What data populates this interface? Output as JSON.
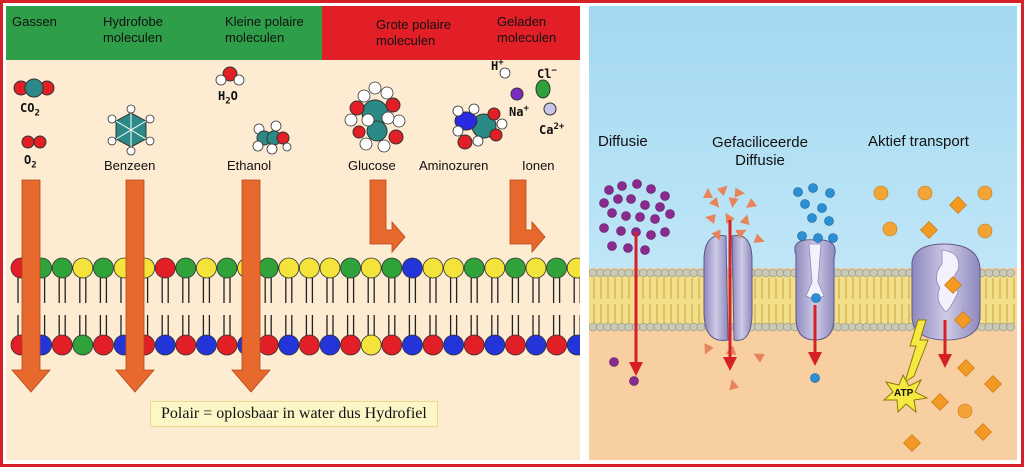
{
  "left_panel": {
    "categories": [
      {
        "label": "Gassen",
        "band": "green"
      },
      {
        "label": "Hydrofobe\nmoleculen",
        "band": "green"
      },
      {
        "label": "Kleine polaire\nmoleculen",
        "band": "green"
      },
      {
        "label": "Grote polaire\nmoleculen",
        "band": "red"
      },
      {
        "label": "Geladen\nmoleculen",
        "band": "red"
      }
    ],
    "molecules": [
      "CO2",
      "O2",
      "Benzeen",
      "H2O",
      "Ethanol",
      "Glucose",
      "Aminozuren",
      "Ionen"
    ],
    "ions": [
      "H+",
      "Cl−",
      "Na+",
      "Ca2+"
    ],
    "caption": "Polair = oplosbaar in water dus Hydrofiel"
  },
  "right_panel": {
    "sections": [
      "Diffusie",
      "Gefaciliceerde\nDiffusie",
      "Aktief transport"
    ],
    "atp_label": "ATP"
  },
  "colors": {
    "green_band": "#2e9e48",
    "red_band": "#e21e26",
    "frame": "#d62027",
    "left_bg": "#fdebd2",
    "sky": "#a6dbf3",
    "cell": "#f8cfa0",
    "arrow_orange": "#e8692d",
    "arrow_red": "#d62027",
    "protein": "#a7a3cc"
  }
}
